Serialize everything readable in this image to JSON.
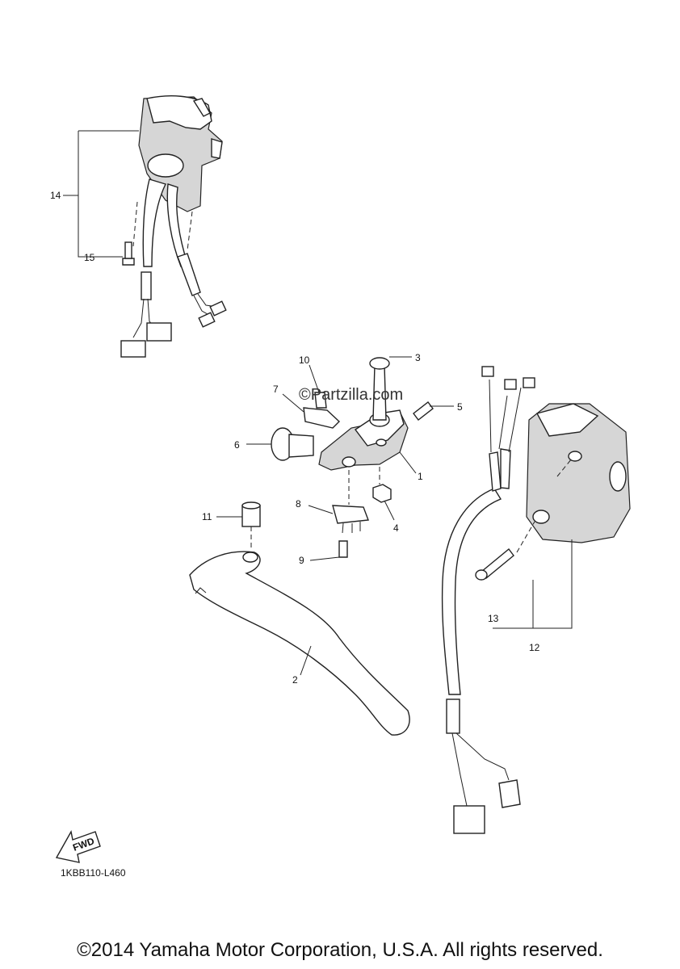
{
  "diagram": {
    "watermark": "©Partzilla.com",
    "diagram_code": "1KBB110-L460",
    "fwd_label": "FWD",
    "copyright": "©2014 Yamaha Motor Corporation, U.S.A. All rights reserved.",
    "callouts": [
      "1",
      "2",
      "3",
      "4",
      "5",
      "6",
      "7",
      "8",
      "9",
      "10",
      "11",
      "12",
      "13",
      "14",
      "15"
    ]
  }
}
